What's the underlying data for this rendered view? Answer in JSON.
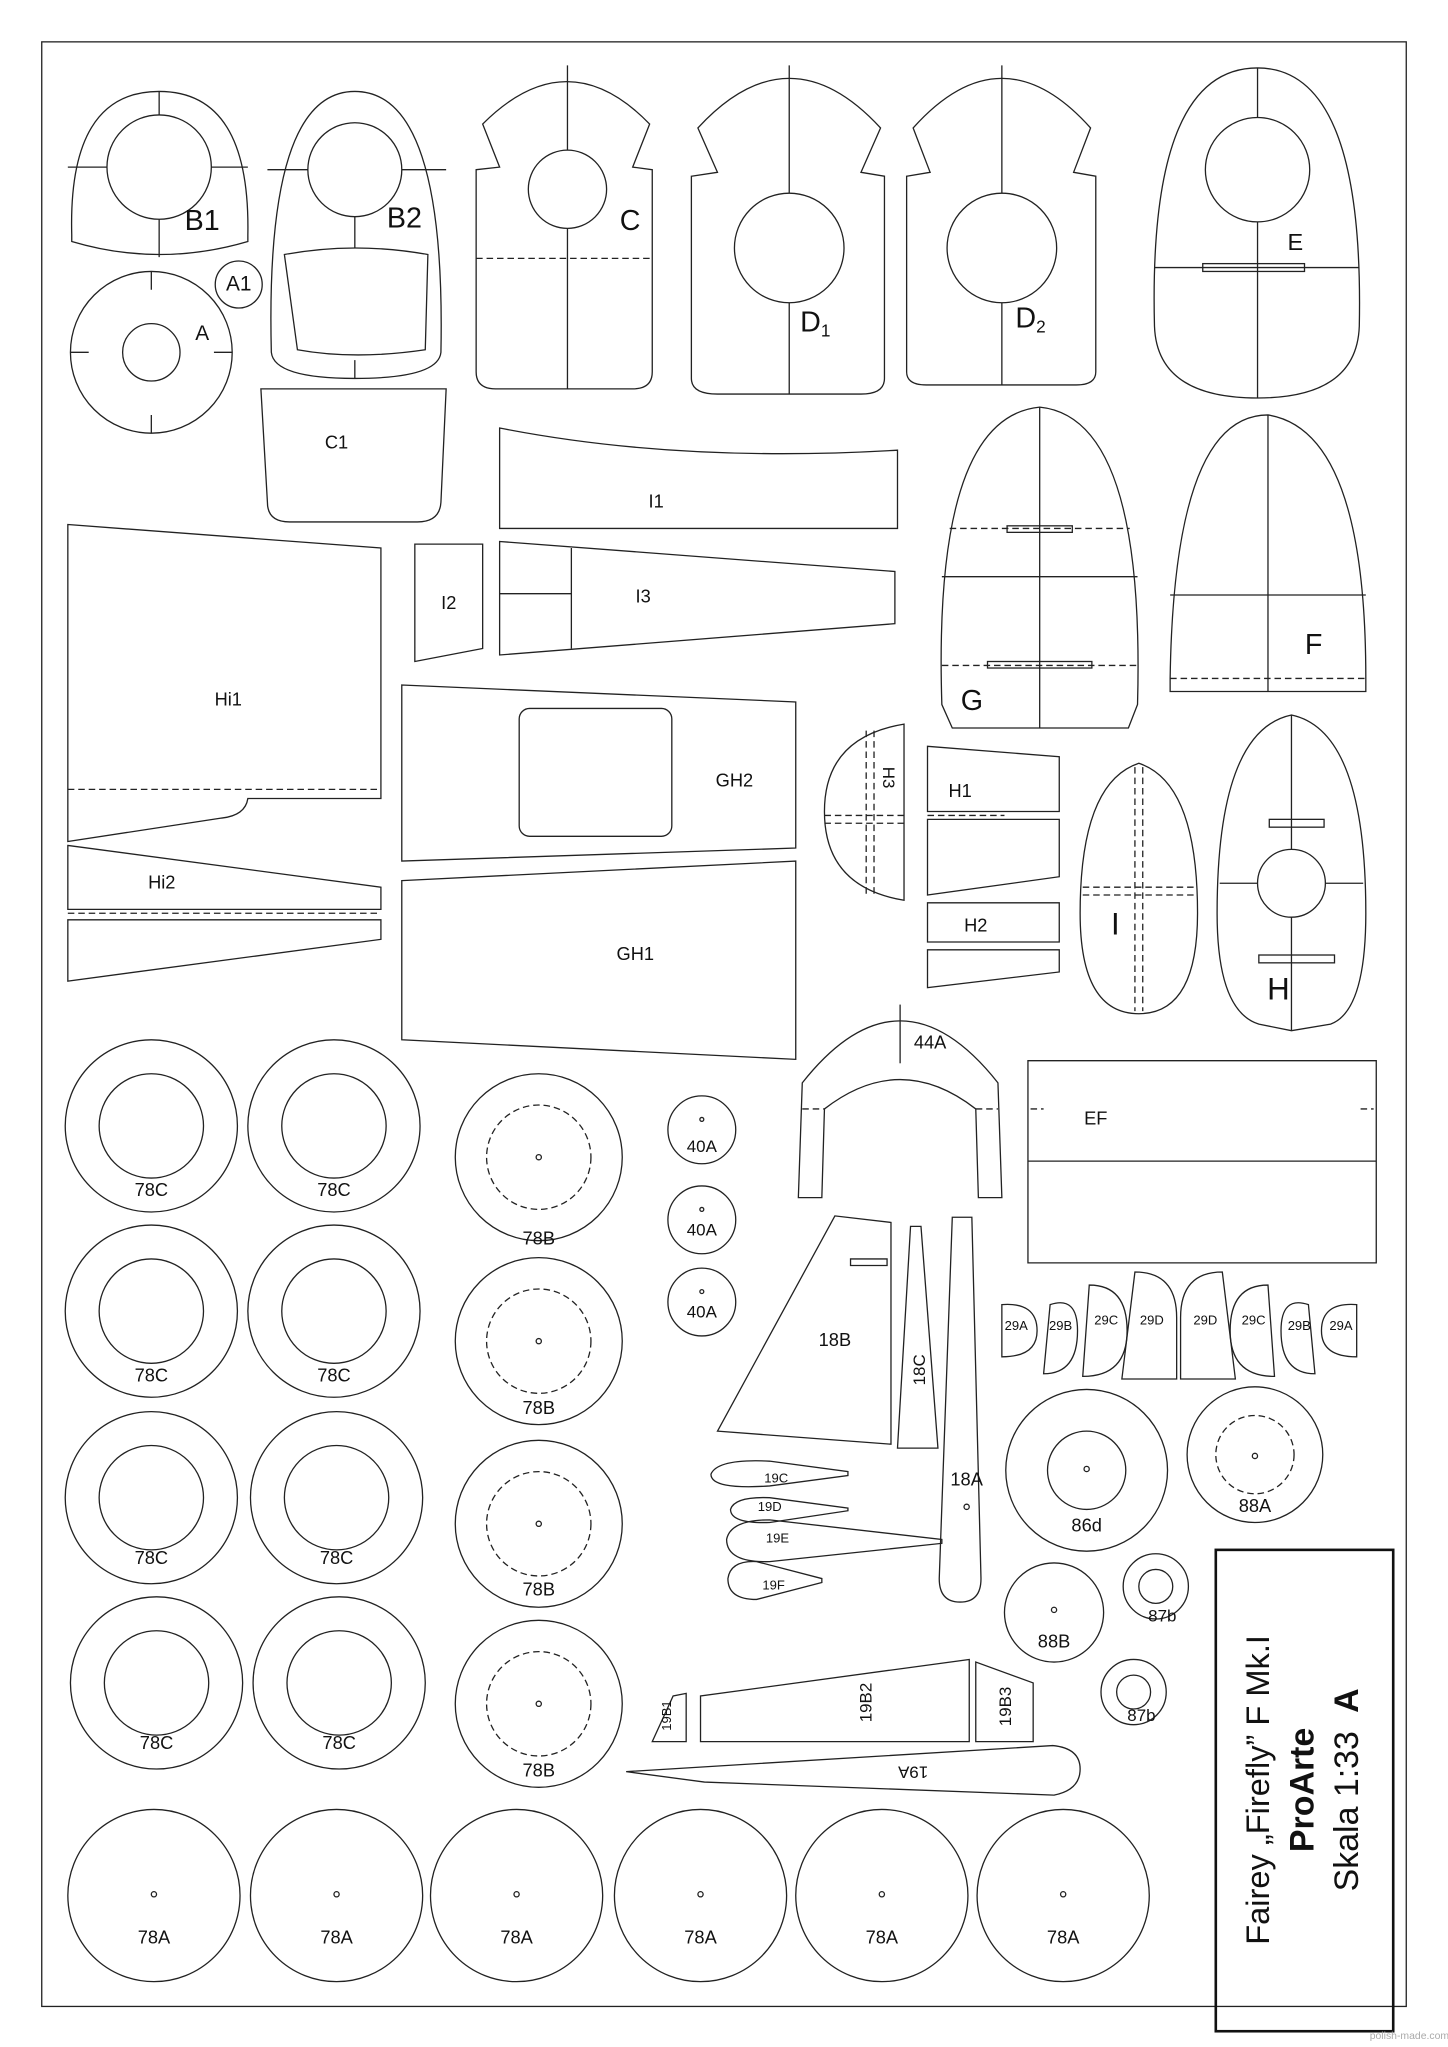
{
  "sheet": {
    "title_line1": "Fairey „Firefly” F Mk.I",
    "publisher": "ProArte",
    "scale": "Skala 1:33",
    "sheet_letter": "A",
    "watermark": "polish-made.com"
  },
  "parts": [
    {
      "label": "B1"
    },
    {
      "label": "B2"
    },
    {
      "label": "A"
    },
    {
      "label": "A1"
    },
    {
      "label": "C"
    },
    {
      "label": "D",
      "sub": "1"
    },
    {
      "label": "D",
      "sub": "2"
    },
    {
      "label": "E"
    },
    {
      "label": "C1"
    },
    {
      "label": "I1"
    },
    {
      "label": "I2"
    },
    {
      "label": "I3"
    },
    {
      "label": "Hi1"
    },
    {
      "label": "Hi2"
    },
    {
      "label": "GH2"
    },
    {
      "label": "GH1"
    },
    {
      "label": "G"
    },
    {
      "label": "F"
    },
    {
      "label": "H3"
    },
    {
      "label": "H1"
    },
    {
      "label": "H2"
    },
    {
      "label": "I"
    },
    {
      "label": "H"
    },
    {
      "label": "44A"
    },
    {
      "label": "EF"
    },
    {
      "label": "78C"
    },
    {
      "label": "78C"
    },
    {
      "label": "78C"
    },
    {
      "label": "78C"
    },
    {
      "label": "78C"
    },
    {
      "label": "78C"
    },
    {
      "label": "78C"
    },
    {
      "label": "78C"
    },
    {
      "label": "78B"
    },
    {
      "label": "78B"
    },
    {
      "label": "78B"
    },
    {
      "label": "78B"
    },
    {
      "label": "40A"
    },
    {
      "label": "40A"
    },
    {
      "label": "40A"
    },
    {
      "label": "18B"
    },
    {
      "label": "18C"
    },
    {
      "label": "18A"
    },
    {
      "label": "29A"
    },
    {
      "label": "29B"
    },
    {
      "label": "29C"
    },
    {
      "label": "29D"
    },
    {
      "label": "29D"
    },
    {
      "label": "29C"
    },
    {
      "label": "29B"
    },
    {
      "label": "29A"
    },
    {
      "label": "86d"
    },
    {
      "label": "88A"
    },
    {
      "label": "88B"
    },
    {
      "label": "87b"
    },
    {
      "label": "87b"
    },
    {
      "label": "19C"
    },
    {
      "label": "19D"
    },
    {
      "label": "19E"
    },
    {
      "label": "19F"
    },
    {
      "label": "19B1"
    },
    {
      "label": "19B2"
    },
    {
      "label": "19B3"
    },
    {
      "label": "19A"
    },
    {
      "label": "78A"
    },
    {
      "label": "78A"
    },
    {
      "label": "78A"
    },
    {
      "label": "78A"
    },
    {
      "label": "78A"
    },
    {
      "label": "78A"
    }
  ]
}
